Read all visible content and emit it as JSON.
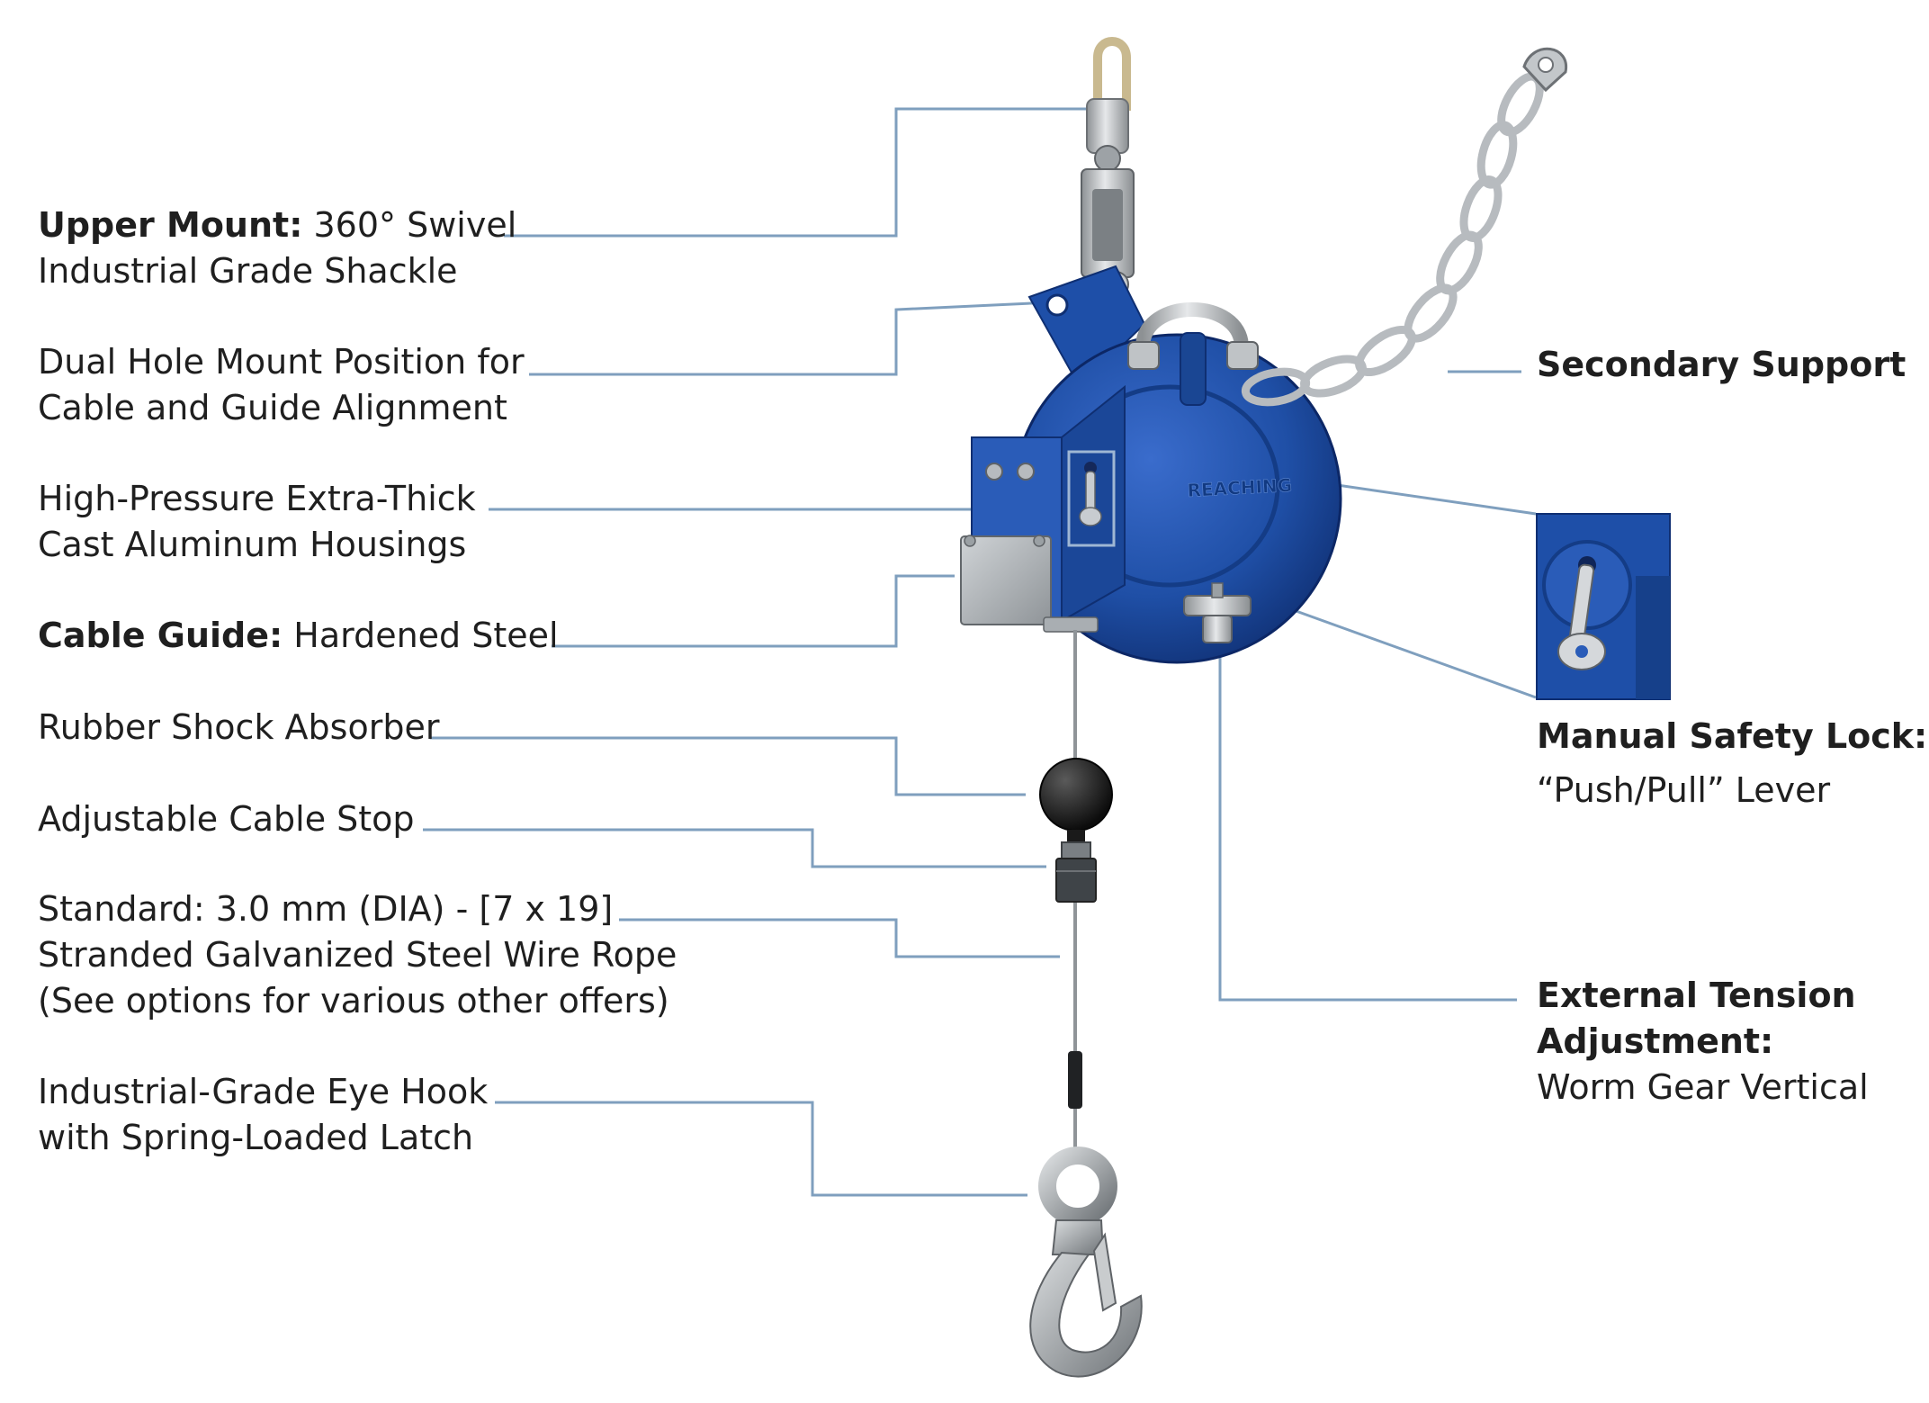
{
  "colors": {
    "leader": "#7f9fbe",
    "housing": "#1f4fa6",
    "housing_dark": "#0f2f72",
    "steel": "#b9bcbf",
    "text": "#1f1f1f"
  },
  "product": {
    "housing_logo": "REACHING"
  },
  "left_labels": {
    "upper_mount": {
      "bold": "Upper Mount:",
      "rest": " 360° Swivel",
      "line2": "Industrial Grade Shackle"
    },
    "dual_hole": {
      "line1": "Dual Hole Mount Position for",
      "line2": "Cable and Guide Alignment"
    },
    "housing": {
      "line1": "High-Pressure Extra-Thick",
      "line2": "Cast Aluminum Housings"
    },
    "cable_guide": {
      "bold": "Cable Guide:",
      "rest": " Hardened Steel"
    },
    "shock_absorber": {
      "line1": "Rubber Shock Absorber"
    },
    "cable_stop": {
      "line1": "Adjustable Cable Stop"
    },
    "wire_rope": {
      "line1": "Standard: 3.0 mm (DIA) - [7 x 19]",
      "line2": "Stranded Galvanized Steel Wire Rope",
      "line3": "(See options for various other offers)"
    },
    "eye_hook": {
      "line1": "Industrial-Grade Eye Hook",
      "line2": "with Spring-Loaded Latch"
    }
  },
  "right_labels": {
    "secondary_support": {
      "bold": "Secondary Support"
    },
    "safety_lock": {
      "bold": "Manual Safety Lock:",
      "line2": "“Push/Pull” Lever"
    },
    "tension": {
      "bold1": "External Tension",
      "bold2": "Adjustment:",
      "line3": "Worm Gear Vertical"
    }
  }
}
